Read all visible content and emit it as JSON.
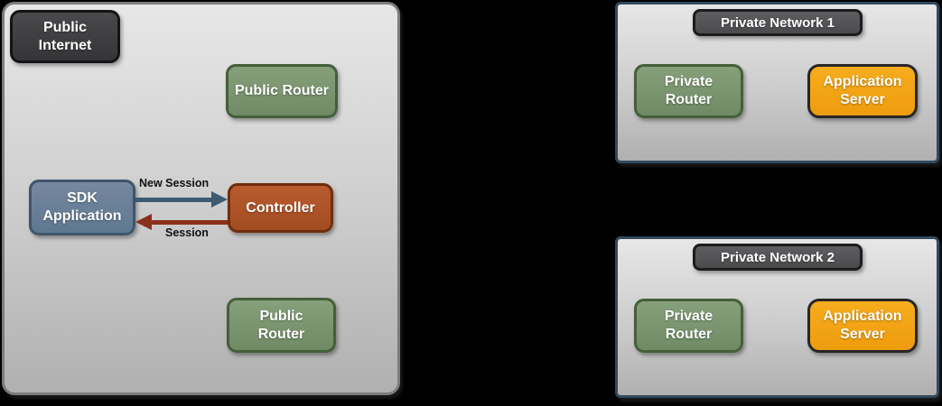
{
  "public_internet": {
    "label": "Public Internet",
    "public_router_top": "Public Router",
    "sdk_application": "SDK Application",
    "controller": "Controller",
    "public_router_bottom": "Public Router",
    "arrow_new_session": "New Session",
    "arrow_session": "Session"
  },
  "private_networks": [
    {
      "title": "Private Network 1",
      "router": "Private Router",
      "server": "Application Server"
    },
    {
      "title": "Private Network 2",
      "router": "Private Router",
      "server": "Application Server"
    }
  ],
  "colors": {
    "background": "#000000",
    "public_panel_border": "#7c7c7c",
    "private_panel_border": "#32495e",
    "panel_fill": "#c9c9c9",
    "green_node": "#7b9471",
    "green_border": "#44603a",
    "blue_node": "#6c8299",
    "blue_border": "#3e566b",
    "rust_node": "#ae5228",
    "rust_border": "#702e0e",
    "orange_node": "#f2a317",
    "orange_border": "#262626",
    "dark_node": "#3e3e40",
    "dark_border": "#141416",
    "title_node": "#555558",
    "arrow_new_session": "#3d5a73",
    "arrow_session": "#8c2f1b"
  }
}
